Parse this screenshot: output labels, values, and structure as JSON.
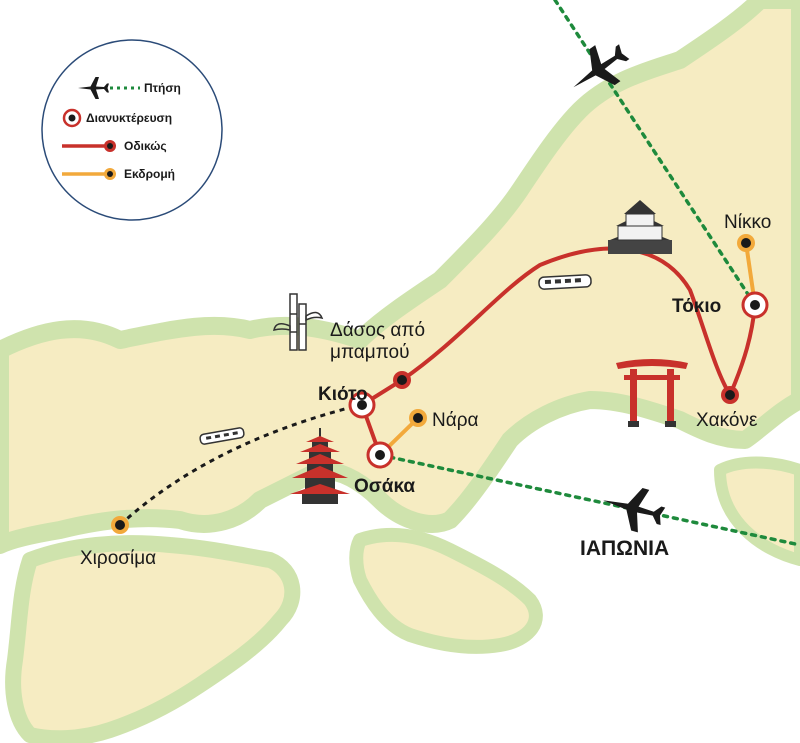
{
  "country": "ΙΑΠΩΝΙΑ",
  "legend": {
    "flight": "Πτήση",
    "overnight": "Διανυκτέρευση",
    "road": "Οδικώς",
    "excursion": "Εκδρομή"
  },
  "cities": {
    "tokyo": "Τόκιο",
    "kyoto": "Κιότο",
    "osaka": "Οσάκα",
    "nara": "Νάρα",
    "nikko": "Νίκκο",
    "hakone": "Χακόνε",
    "hiroshima": "Χιροσίμα",
    "bamboo_line1": "Δάσος από",
    "bamboo_line2": "μπαμπού"
  },
  "colors": {
    "land": "#f6ecc2",
    "land_edge": "#cfe3ad",
    "road": "#c8312b",
    "excursion": "#f2a93b",
    "flight": "#1e8a3c",
    "marker_ring": "#c8312b"
  },
  "icons": [
    "airplane-icon",
    "castle-icon",
    "torii-gate-icon",
    "pagoda-icon",
    "bamboo-icon",
    "train-icon"
  ]
}
